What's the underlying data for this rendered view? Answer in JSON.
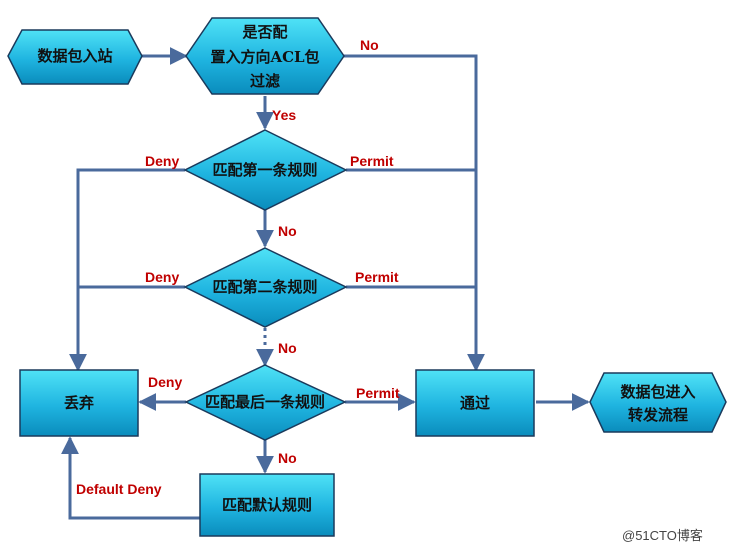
{
  "nodes": {
    "start": {
      "label": "数据包入站"
    },
    "acl_check": {
      "lines": [
        "是否配",
        "置入方向ACL包",
        "过滤"
      ]
    },
    "rule1": {
      "label": "匹配第一条规则"
    },
    "rule2": {
      "label": "匹配第二条规则"
    },
    "rule_last": {
      "label": "匹配最后一条规则"
    },
    "drop": {
      "label": "丢弃"
    },
    "pass": {
      "label": "通过"
    },
    "forward": {
      "lines": [
        "数据包进入",
        "转发流程"
      ]
    },
    "default_rule": {
      "label": "匹配默认规则"
    }
  },
  "edges": {
    "acl_no": "No",
    "acl_yes": "Yes",
    "rule1_deny": "Deny",
    "rule1_permit": "Permit",
    "rule1_no": "No",
    "rule2_deny": "Deny",
    "rule2_permit": "Permit",
    "rule2_no": "No",
    "last_deny": "Deny",
    "last_permit": "Permit",
    "last_no": "No",
    "default_deny": "Default Deny"
  },
  "colors": {
    "node_fill_light": "#33d6f0",
    "node_fill_dark": "#0a8fc0",
    "node_stroke": "#1a3a5c",
    "arrow": "#4a6a9c",
    "edge_label": "#c00000"
  },
  "watermark": "@51CTO博客"
}
